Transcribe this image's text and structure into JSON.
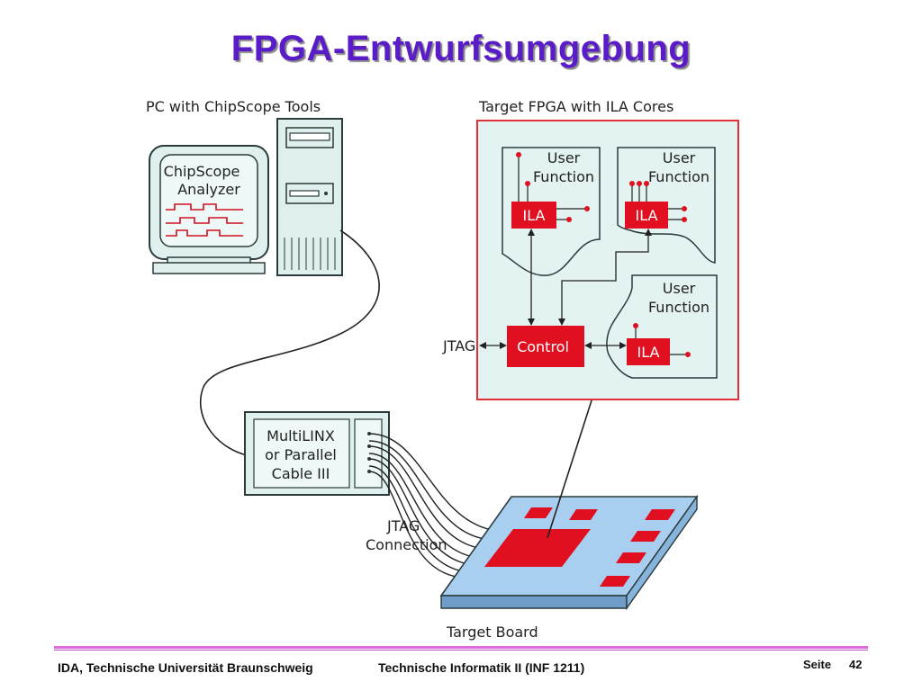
{
  "slide": {
    "title": "FPGA-Entwurfsumgebung"
  },
  "diagram": {
    "pc_label": "PC with ChipScope Tools",
    "monitor_label_line1": "ChipScope",
    "monitor_label_line2": "Analyzer",
    "fpga_label": "Target FPGA with ILA Cores",
    "user_function_1_line1": "User",
    "user_function_1_line2": "Function",
    "user_function_2_line1": "User",
    "user_function_2_line2": "Function",
    "user_function_3_line1": "User",
    "user_function_3_line2": "Function",
    "ila_1": "ILA",
    "ila_2": "ILA",
    "ila_3": "ILA",
    "control_label": "Control",
    "jtag_label": "JTAG",
    "cable_line1": "MultiLINX",
    "cable_line2": "or Parallel",
    "cable_line3": "Cable III",
    "jtag_connection_line1": "JTAG",
    "jtag_connection_line2": "Connection",
    "board_label": "Target Board",
    "colors": {
      "fpga_fill": "#e2f3f1",
      "fpga_border": "#e0303a",
      "red_block": "#e01020",
      "panel_fill": "#dff0ee",
      "panel_border": "#2b3a3a",
      "board_top": "#a8cff0",
      "board_side": "#6f9cc8"
    }
  },
  "footer": {
    "institution": "IDA, Technische Universität Braunschweig",
    "course": "Technische Informatik II (INF 1211)",
    "page_label": "Seite",
    "page_number": "42"
  }
}
